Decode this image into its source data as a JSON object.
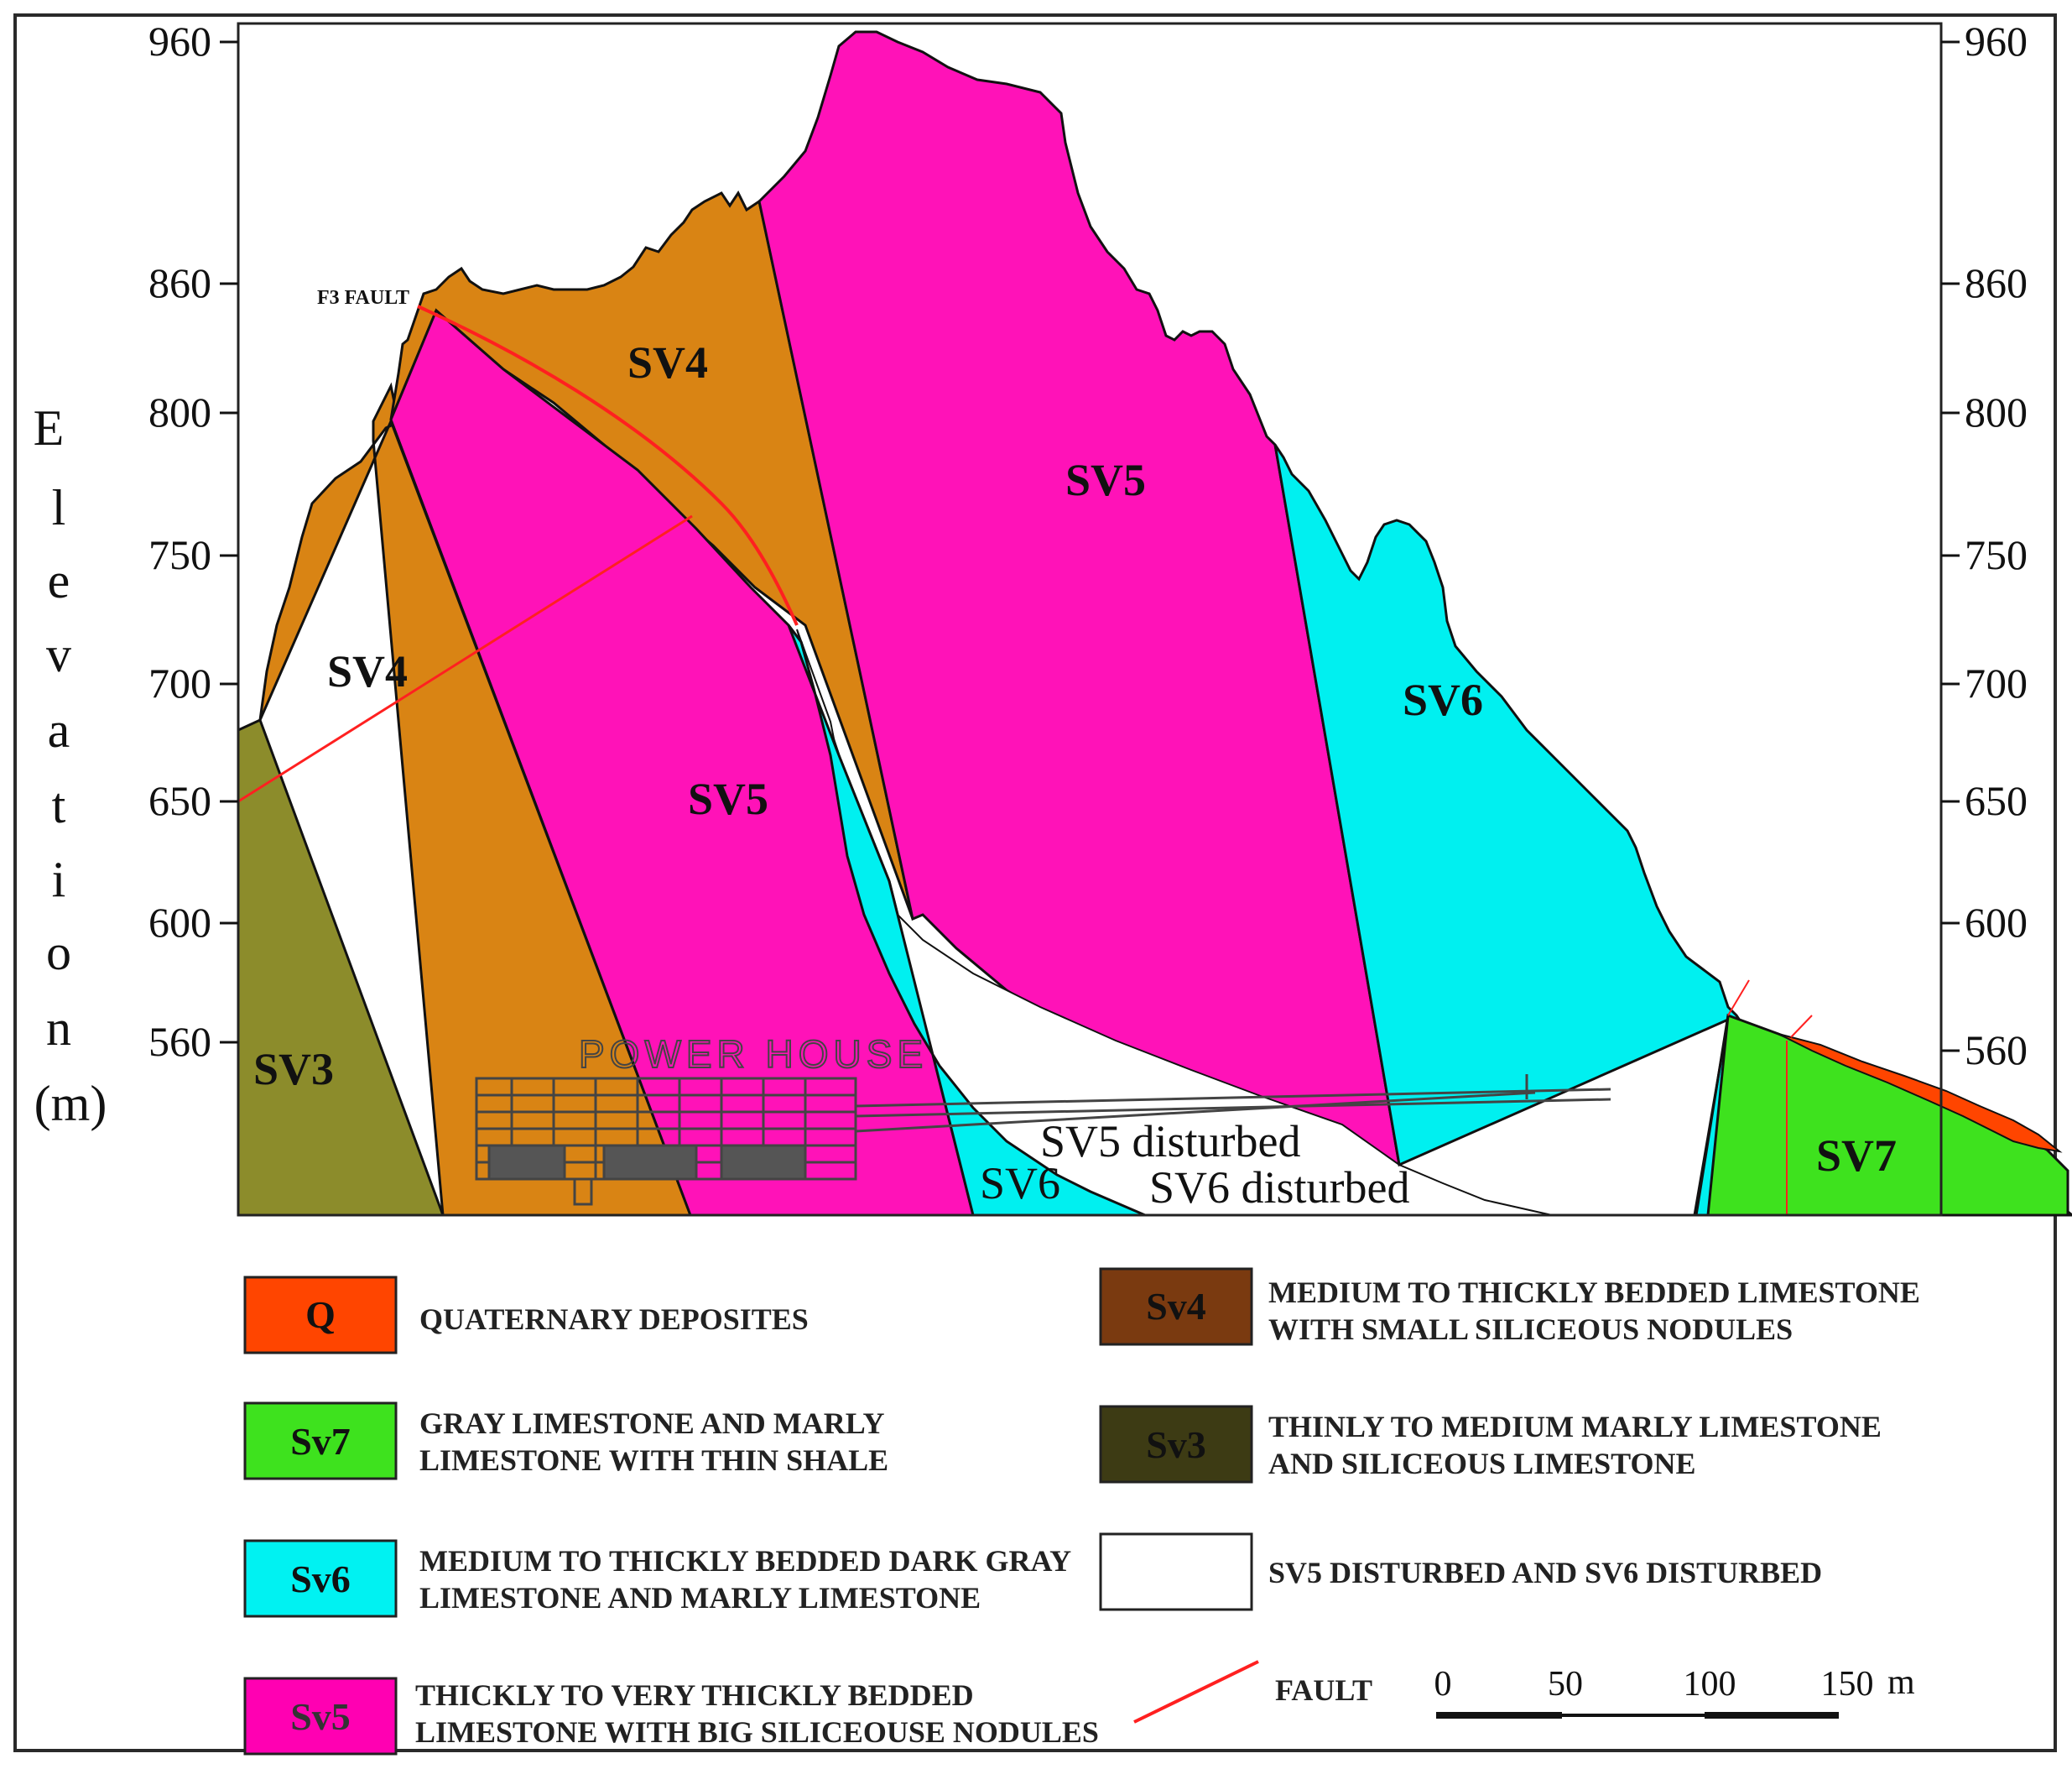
{
  "axis": {
    "ylabel_letters": [
      "E",
      "l",
      "e",
      "v",
      "a",
      "t",
      "i",
      "o",
      "n"
    ],
    "ylabel_unit": "(m)",
    "ticks_left": [
      "960",
      "860",
      "800",
      "750",
      "700",
      "650",
      "600",
      "560"
    ],
    "ticks_right": [
      "960",
      "860",
      "800",
      "750",
      "700",
      "650",
      "600",
      "560"
    ]
  },
  "section": {
    "fault_label": "F3 FAULT",
    "power_house_label": "POWER HOUSE",
    "units": {
      "sv4_upper": "SV4",
      "sv4_lower": "SV4",
      "sv5_upper": "SV5",
      "sv5_lower": "SV5",
      "sv6_right": "SV6",
      "sv6_bottom": "SV6",
      "sv3": "SV3",
      "sv7": "SV7",
      "sv5_disturbed": "SV5 disturbed",
      "sv6_disturbed": "SV6 disturbed"
    }
  },
  "legend": {
    "items": [
      {
        "code": "Q",
        "line1": "QUATERNARY DEPOSITES",
        "line2": "",
        "color": "#ff4500",
        "text_color": "#111111"
      },
      {
        "code": "Sv7",
        "line1": "GRAY LIMESTONE AND MARLY",
        "line2": "LIMESTONE WITH THIN SHALE",
        "color": "#3ee21e",
        "text_color": "#111111"
      },
      {
        "code": "Sv6",
        "line1": "MEDIUM TO THICKLY BEDDED DARK GRAY",
        "line2": "LIMESTONE AND MARLY LIMESTONE",
        "color": "#00f2f2",
        "text_color": "#111111"
      },
      {
        "code": "Sv5",
        "line1": "THICKLY TO VERY THICKLY BEDDED",
        "line2": "LIMESTONE WITH BIG SILICEOUSE NODULES",
        "color": "#ff00b2",
        "text_color": "#333333"
      },
      {
        "code": "Sv4",
        "line1": "MEDIUM TO THICKLY BEDDED LIMESTONE",
        "line2": "WITH SMALL SILICEOUS NODULES",
        "color": "#7a3a10",
        "text_color": "#111111"
      },
      {
        "code": "Sv3",
        "line1": "THINLY TO MEDIUM MARLY LIMESTONE",
        "line2": "AND SILICEOUS LIMESTONE",
        "color": "#3d3b14",
        "text_color": "#111111"
      },
      {
        "code": "",
        "line1": "SV5 DISTURBED AND SV6 DISTURBED",
        "line2": "",
        "color": "#ffffff",
        "text_color": "#111111"
      }
    ],
    "fault_label": "FAULT",
    "fault_color": "#ff2020",
    "scale": {
      "labels": [
        "0",
        "50",
        "100",
        "150"
      ],
      "unit": "m"
    }
  },
  "colors": {
    "sv3": "#8c8c2b",
    "sv4": "#d98414",
    "sv5": "#ff12b8",
    "sv6": "#00f0f0",
    "sv7": "#3ee21e",
    "quaternary": "#ff4500",
    "fault": "#ff2020"
  }
}
